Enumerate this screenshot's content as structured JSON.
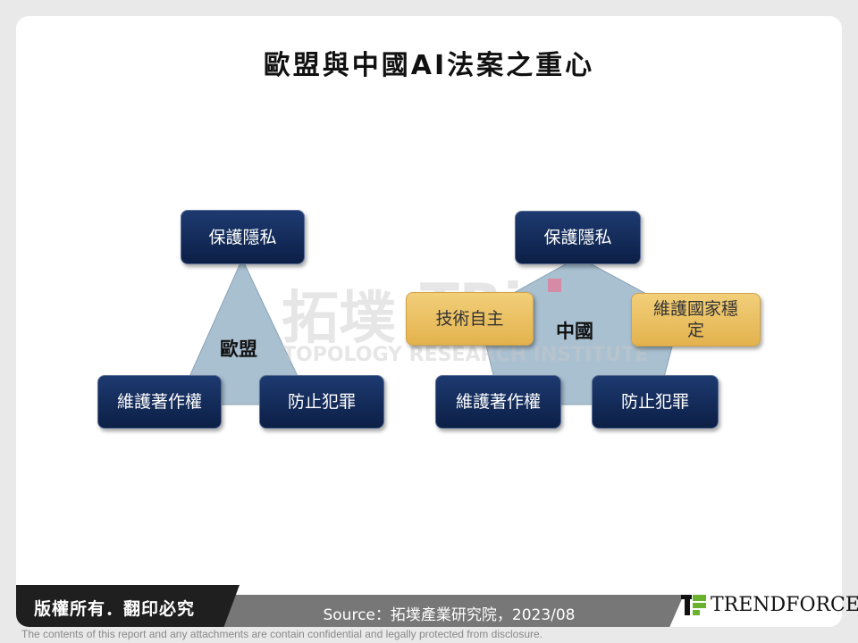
{
  "title": "歐盟與中國AI法案之重心",
  "watermark": {
    "cn": "拓墣",
    "mark": "TRi",
    "en": "TOPOLOGY RESEARCH INSTITUTE"
  },
  "eu": {
    "label": "歐盟",
    "top": "保護隱私",
    "bottom_left": "維護著作權",
    "bottom_right": "防止犯罪"
  },
  "china": {
    "label": "中國",
    "top": "保護隱私",
    "left": "技術自主",
    "right": "維護國家穩定",
    "bottom_left": "維護著作權",
    "bottom_right": "防止犯罪"
  },
  "colors": {
    "navy": "#12295a",
    "gold": "#eabf60",
    "shape": "#a9c0d1"
  },
  "footer": {
    "copyright": "版權所有．翻印必究",
    "source": "Source：拓墣產業研究院，2023/08",
    "brand": "TrendForce",
    "disclaimer": "The contents of this report and any attachments are contain confidential and legally protected from disclosure."
  }
}
